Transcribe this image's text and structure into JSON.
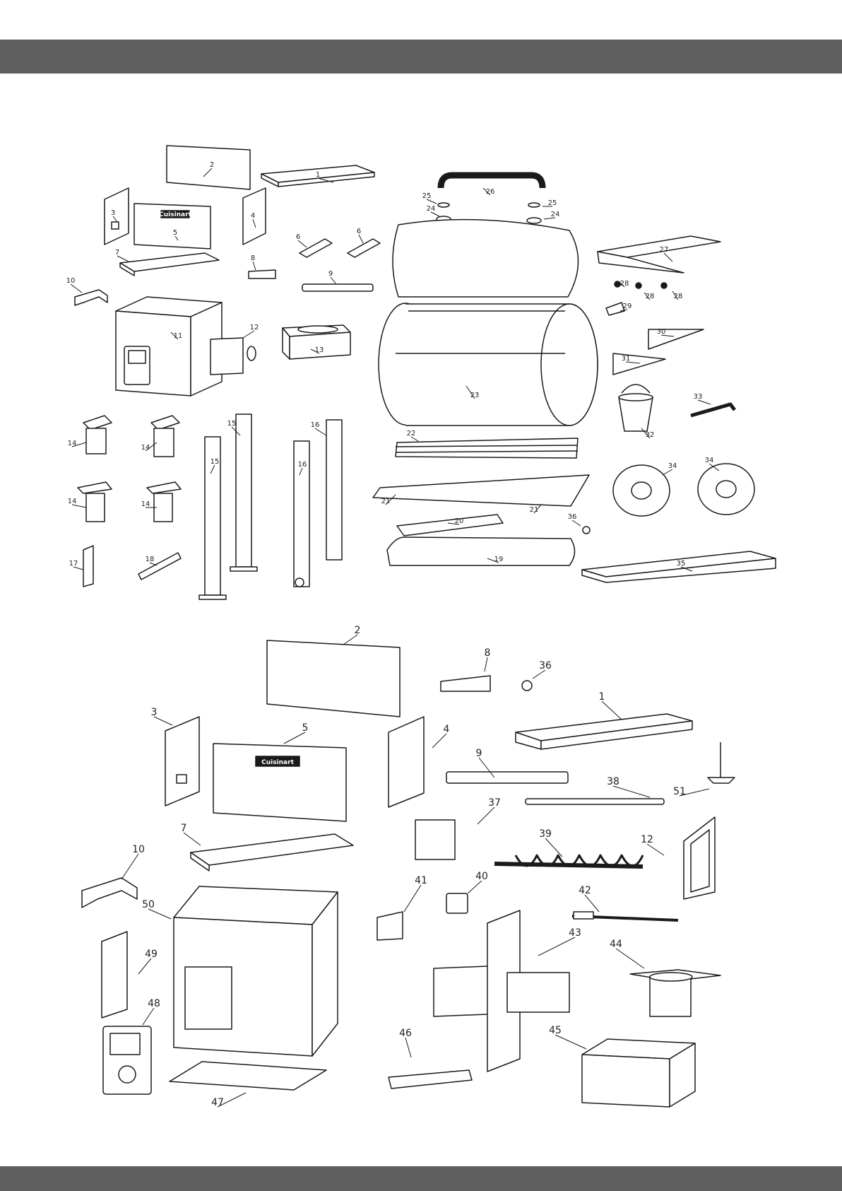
{
  "colors": {
    "bar": "#5e5e5e",
    "line": "#1a1a1a",
    "part_fill": "#ffffff"
  },
  "brand_logo": "Cuisinart",
  "upper_callouts": [
    "1",
    "2",
    "3",
    "4",
    "5",
    "6",
    "6",
    "7",
    "8",
    "9",
    "10",
    "11",
    "12",
    "13",
    "14",
    "14",
    "14",
    "14",
    "15",
    "15",
    "16",
    "16",
    "17",
    "18",
    "19",
    "20",
    "21",
    "21",
    "22",
    "23",
    "24",
    "24",
    "25",
    "25",
    "26",
    "27",
    "28",
    "28",
    "28",
    "29",
    "30",
    "31",
    "32",
    "33",
    "34",
    "34",
    "35",
    "36"
  ],
  "lower_callouts": [
    "1",
    "2",
    "3",
    "4",
    "5",
    "7",
    "8",
    "9",
    "10",
    "12",
    "36",
    "37",
    "38",
    "39",
    "40",
    "41",
    "42",
    "43",
    "44",
    "45",
    "46",
    "47",
    "48",
    "49",
    "50",
    "51"
  ]
}
